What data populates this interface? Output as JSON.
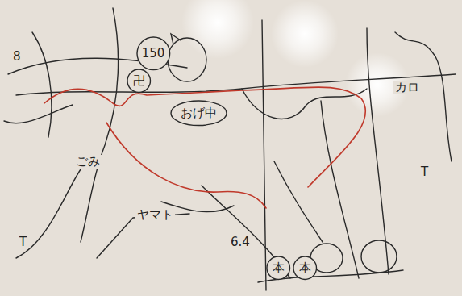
{
  "diagram": {
    "nodes": [
      {
        "text": [
          "150"
        ]
      },
      {
        "text": [
          "卍"
        ]
      },
      {
        "text": [
          "おげ中"
        ]
      },
      {
        "text": [
          "本"
        ]
      },
      {
        "text": [
          "本"
        ]
      }
    ],
    "labels": [
      "8",
      "カロ",
      "6.4",
      "T",
      "T",
      "ヤマト",
      "ごみ"
    ]
  }
}
